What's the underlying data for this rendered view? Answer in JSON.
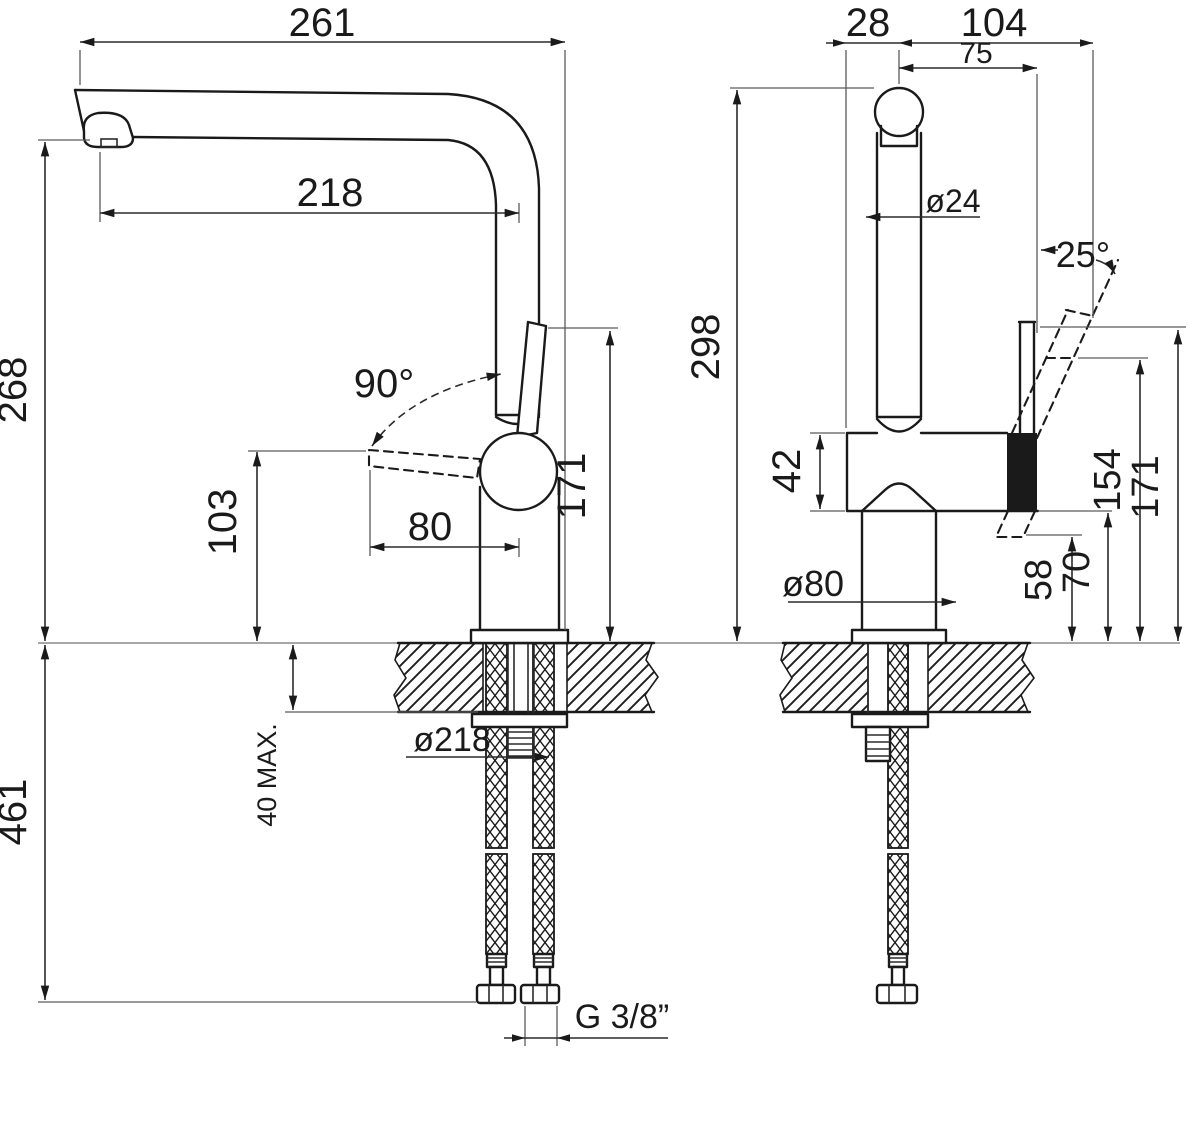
{
  "drawing_title": "faucet-dimension-drawing",
  "views": {
    "side": {
      "label": "side-view",
      "dims": {
        "total_width": "261",
        "spout_reach": "218",
        "height_above_deck": "268",
        "lever_height": "103",
        "lever_reach": "80",
        "swivel_angle": "90°",
        "spout_top_height": "171",
        "below_deck": "461",
        "deck_max": "40 MAX.",
        "hole_dia": "ø218",
        "thread": "G 3/8”"
      }
    },
    "front": {
      "label": "front-view",
      "dims": {
        "body_offset": "28",
        "overall_width": "104",
        "handle_offset": "75",
        "riser_dia": "ø24",
        "handle_angle": "25°",
        "overall_height": "298",
        "body_height": "42",
        "base_dia": "ø80",
        "handle_clearance": "58",
        "body_clearance": "70",
        "handle_mid_height": "154",
        "handle_top_height": "171"
      }
    }
  },
  "colors": {
    "line": "#1a1a1a",
    "background": "#ffffff"
  }
}
